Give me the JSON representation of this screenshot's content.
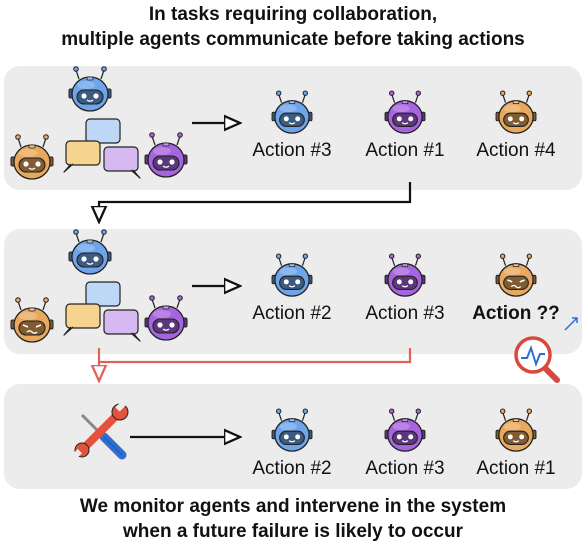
{
  "captions": {
    "top_line1": "In tasks requiring collaboration,",
    "top_line2": "multiple agents communicate before taking actions",
    "bottom_line1": "We monitor agents and intervene in the system",
    "bottom_line2": "when a future failure is likely to occur"
  },
  "colors": {
    "panel": "#ececec",
    "blue_agent": "#6ea5ea",
    "purple_agent": "#a764e0",
    "orange_agent": "#e8a85d",
    "intervention_arrow": "#e0605a",
    "flow_arrow": "#111111",
    "monitor_magnifier": "#d9473f"
  },
  "rows": [
    {
      "actions": [
        {
          "label": "Action #3",
          "agent": "blue",
          "emphasis": false
        },
        {
          "label": "Action #1",
          "agent": "purple",
          "emphasis": false
        },
        {
          "label": "Action #4",
          "agent": "orange",
          "emphasis": false
        }
      ]
    },
    {
      "actions": [
        {
          "label": "Action #2",
          "agent": "blue",
          "emphasis": false
        },
        {
          "label": "Action #3",
          "agent": "purple",
          "emphasis": false
        },
        {
          "label": "Action ??",
          "agent": "orange",
          "emphasis": true
        }
      ]
    },
    {
      "actions": [
        {
          "label": "Action #2",
          "agent": "blue",
          "emphasis": false
        },
        {
          "label": "Action #3",
          "agent": "purple",
          "emphasis": false
        },
        {
          "label": "Action #1",
          "agent": "orange",
          "emphasis": false
        }
      ]
    }
  ],
  "icons": {
    "robot": "robot-icon",
    "chat": "chat-bubbles-icon",
    "monitor": "magnifier-chart-icon",
    "intervene": "tools-icon"
  }
}
